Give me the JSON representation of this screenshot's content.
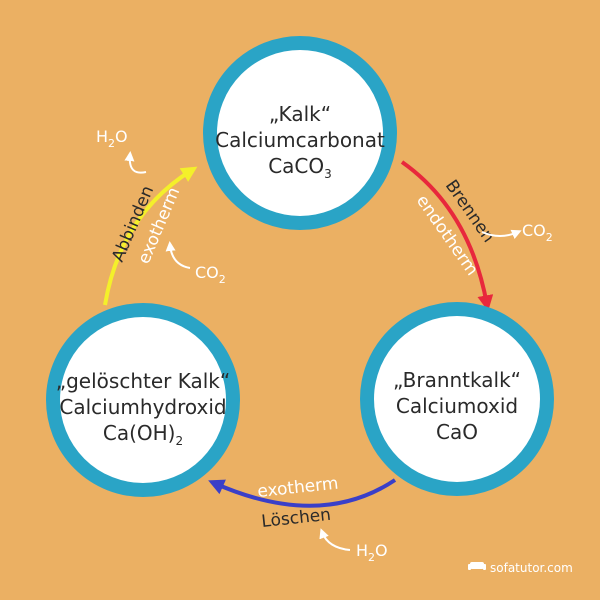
{
  "colors": {
    "background": "#EBB063",
    "ring": "#2AA4C6",
    "arrow_brennen": "#E8283C",
    "arrow_loeschen": "#3A3FC8",
    "arrow_abbinden": "#F4F02A"
  },
  "nodes": {
    "kalk": {
      "name": "„Kalk“",
      "chemical": "Calciumcarbonat",
      "formula_main": "CaCO",
      "formula_sub": "3"
    },
    "branntkalk": {
      "name": "„Branntkalk“",
      "chemical": "Calciumoxid",
      "formula_main": "CaO",
      "formula_sub": ""
    },
    "geloeschter_kalk": {
      "name": "„gelöschter Kalk“",
      "chemical": "Calciumhydroxid",
      "formula_main": "Ca(OH)",
      "formula_sub": "2"
    }
  },
  "reactions": {
    "brennen": {
      "label": "Brennen",
      "energy": "endotherm"
    },
    "loeschen": {
      "label": "Löschen",
      "energy": "exotherm"
    },
    "abbinden": {
      "label": "Abbinden",
      "energy": "exotherm"
    }
  },
  "molecules": {
    "h2o_left": {
      "main": "H",
      "sub": "2",
      "rest": "O"
    },
    "co2_left": {
      "main": "CO",
      "sub": "2"
    },
    "co2_right": {
      "main": "CO",
      "sub": "2"
    },
    "h2o_bottom": {
      "main": "H",
      "sub": "2",
      "rest": "O"
    }
  },
  "icons": {
    "brand_icon": "sofa-icon"
  },
  "brand": {
    "text": "sofatutor.com"
  }
}
